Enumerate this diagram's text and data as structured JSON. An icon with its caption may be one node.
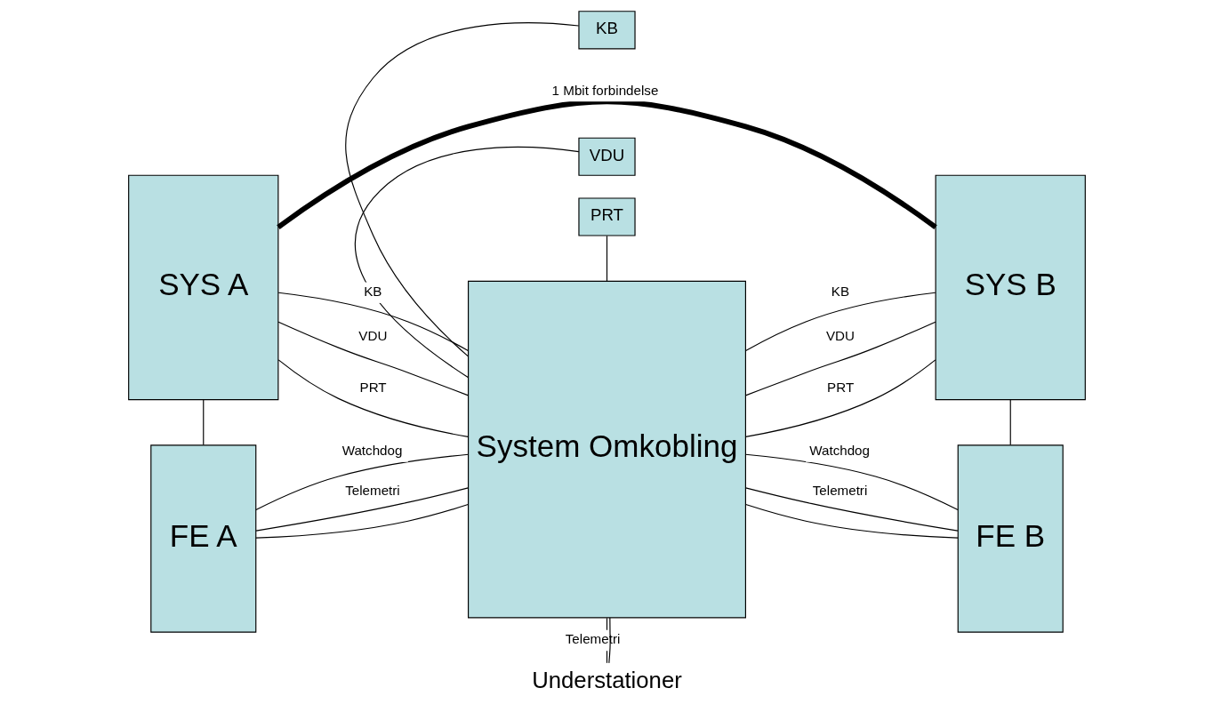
{
  "diagram": {
    "nodes": [
      {
        "text": [
          "KB"
        ]
      },
      {
        "text": [
          "VDU"
        ]
      },
      {
        "text": [
          "PRT"
        ]
      },
      {
        "text": [
          "SYS A"
        ]
      },
      {
        "text": [
          "SYS B"
        ]
      },
      {
        "text": [
          "System Omkobling"
        ]
      },
      {
        "text": [
          "FE A"
        ]
      },
      {
        "text": [
          "FE B"
        ]
      },
      {
        "text": [
          "Understationer"
        ]
      }
    ],
    "edges": [
      {
        "from": 0,
        "to": 5,
        "arrow": "none"
      },
      {
        "from": 1,
        "to": 5,
        "arrow": "none"
      },
      {
        "from": 2,
        "to": 5,
        "arrow": "none"
      },
      {
        "from": 3,
        "to": 4,
        "arrow": "none",
        "label": "1 Mbit forbindelse",
        "style": "thick"
      },
      {
        "from": 3,
        "to": 5,
        "arrow": "none",
        "label": "KB"
      },
      {
        "from": 3,
        "to": 5,
        "arrow": "none",
        "label": "VDU"
      },
      {
        "from": 3,
        "to": 5,
        "arrow": "none",
        "label": "PRT"
      },
      {
        "from": 5,
        "to": 4,
        "arrow": "none",
        "label": "KB"
      },
      {
        "from": 5,
        "to": 4,
        "arrow": "none",
        "label": "VDU"
      },
      {
        "from": 5,
        "to": 4,
        "arrow": "none",
        "label": "PRT"
      },
      {
        "from": 3,
        "to": 6,
        "arrow": "none"
      },
      {
        "from": 4,
        "to": 7,
        "arrow": "none"
      },
      {
        "from": 6,
        "to": 5,
        "arrow": "none",
        "label": "Watchdog"
      },
      {
        "from": 6,
        "to": 5,
        "arrow": "none",
        "label": "Telemetri"
      },
      {
        "from": 6,
        "to": 5,
        "arrow": "none"
      },
      {
        "from": 5,
        "to": 7,
        "arrow": "none",
        "label": "Watchdog"
      },
      {
        "from": 5,
        "to": 7,
        "arrow": "none",
        "label": "Telemetri"
      },
      {
        "from": 5,
        "to": 7,
        "arrow": "none"
      },
      {
        "from": 5,
        "to": 8,
        "arrow": "none",
        "label": "Telemetri"
      },
      {
        "from": 5,
        "to": 8,
        "arrow": "none"
      }
    ]
  }
}
